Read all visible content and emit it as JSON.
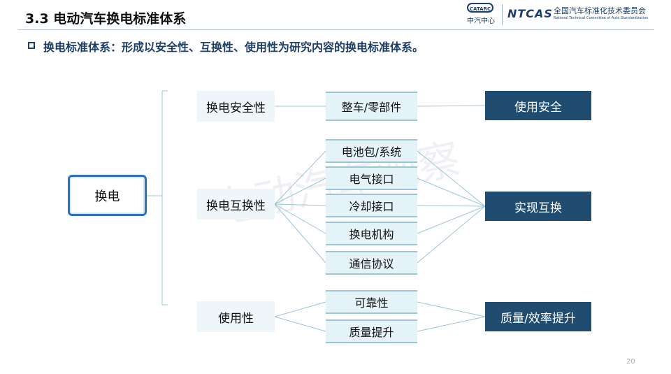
{
  "header": {
    "title": "3.3  电动汽车换电标准体系",
    "subtitle": "换电标准体系：形成以安全性、互换性、使用性为研究内容的换电标准体系。",
    "logos": {
      "left_mark": "CATARC",
      "left_caption": "中汽中心",
      "right_mark": "NTCAS",
      "right_caption": "全国汽车标准化技术委员会",
      "right_subcaption": "National Technical Committee of Auto Standardization"
    }
  },
  "watermark": "电动汽车观察",
  "diagram": {
    "root": "换电",
    "branches": [
      {
        "label": "换电安全性",
        "items": [
          "整车/零部件"
        ],
        "result": "使用安全"
      },
      {
        "label": "换电互换性",
        "items": [
          "电池包/系统",
          "电气接口",
          "冷却接口",
          "换电机构",
          "通信协议"
        ],
        "result": "实现互换"
      },
      {
        "label": "使用性",
        "items": [
          "可靠性",
          "质量提升"
        ],
        "result": "质量/效率提升"
      }
    ]
  },
  "colors": {
    "title_text": "#111111",
    "subtitle_text": "#1e3f66",
    "root_border": "#2f73ba",
    "result_fill": "#1f4c6f",
    "item_fill": "#e4f3f7",
    "connector": "#9cc6d3"
  },
  "page_number": "20"
}
